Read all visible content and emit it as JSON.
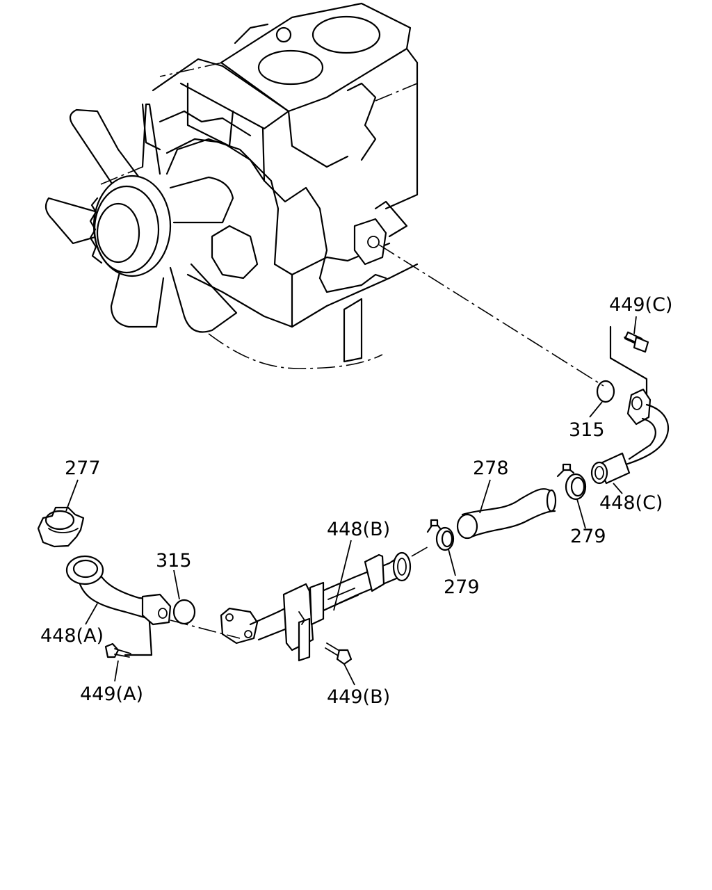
{
  "labels": {
    "l449c": "449(C)",
    "l315a": "315",
    "l448c": "448(C)",
    "l278": "278",
    "l279a": "279",
    "l277": "277",
    "l448b": "448(B)",
    "l279b": "279",
    "l315b": "315",
    "l448a": "448(A)",
    "l449a": "449(A)",
    "l449b": "449(B)"
  }
}
